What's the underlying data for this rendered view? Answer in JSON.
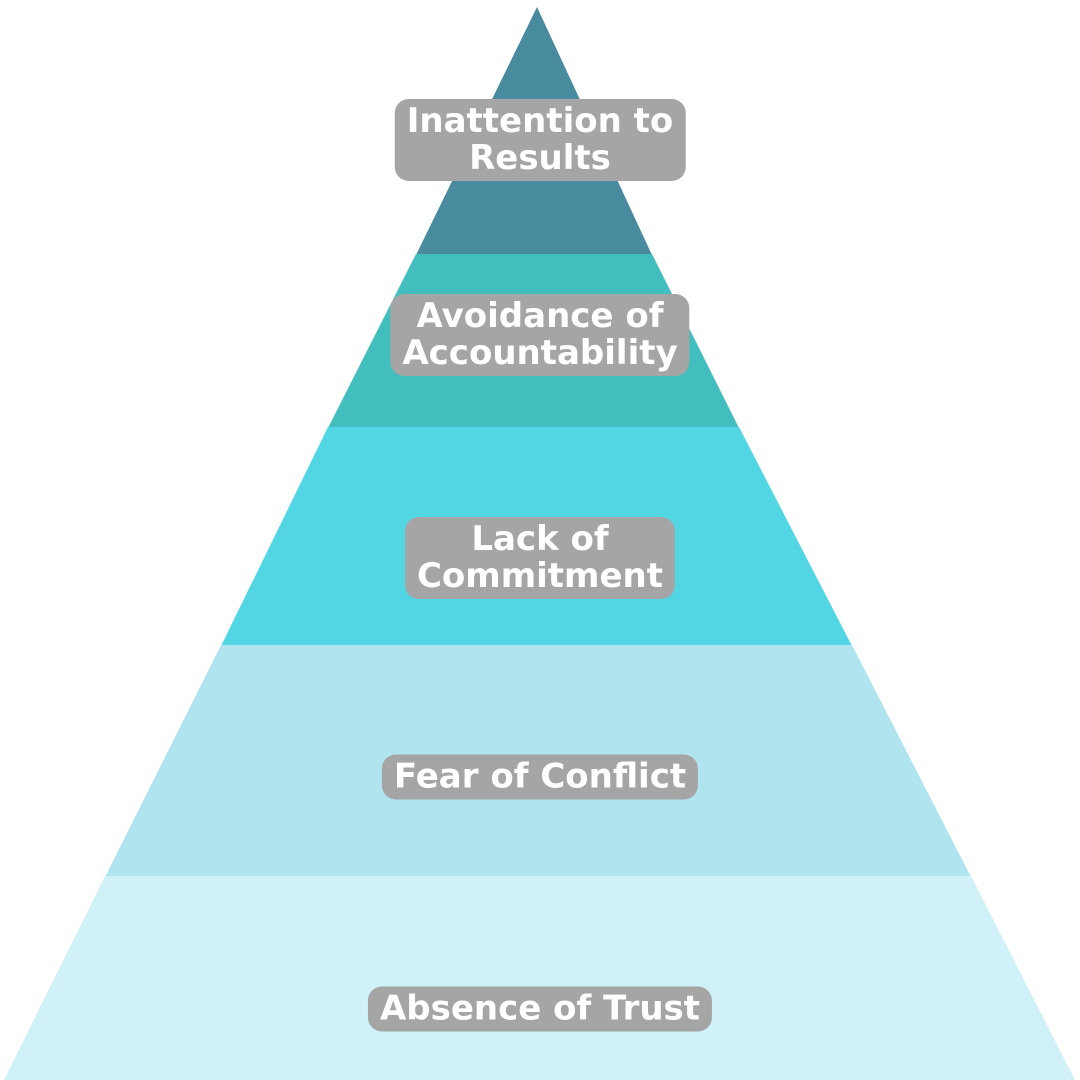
{
  "diagram": {
    "type": "pyramid",
    "levels": [
      {
        "label": "Inattention to\nResults",
        "color": "#488b9f"
      },
      {
        "label": "Avoidance of\nAccountability",
        "color": "#41bebd"
      },
      {
        "label": "Lack of\nCommitment",
        "color": "#52d6e3"
      },
      {
        "label": "Fear of Conflict",
        "color": "#b0e5ef"
      },
      {
        "label": "Absence of Trust",
        "color": "#d0f1f7"
      }
    ]
  }
}
